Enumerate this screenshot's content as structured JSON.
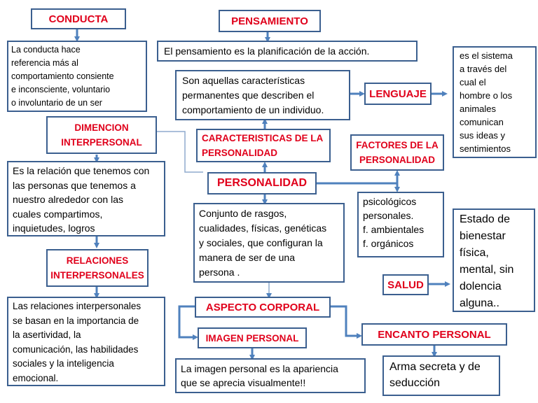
{
  "diagram": {
    "nodes": {
      "conducta": "CONDUCTA",
      "conducta_desc": "La conducta hace\nreferencia más al\ncomportamiento consiente\ne inconsciente, voluntario\no involuntario de un ser",
      "pensamiento": "PENSAMIENTO",
      "pensamiento_desc": "El pensamiento es la planificación de la acción.",
      "lenguaje_desc": "es el sistema\na través del\ncual el\nhombre o los\nanimales\ncomunican\nsus ideas y\nsentimientos",
      "caracteristicas_desc": "Son aquellas características\npermanentes que describen el\ncomportamiento de un individuo.",
      "lenguaje": "LENGUAJE",
      "dimencion": "DIMENCION\nINTERPERSONAL",
      "caracteristicas": "CARACTERISTICAS DE LA\nPERSONALIDAD",
      "factores": "FACTORES DE LA\nPERSONALIDAD",
      "dimencion_desc": "Es la relación que tenemos con\nlas personas que tenemos a\nnuestro alrededor con las\ncuales compartimos,\ninquietudes, logros",
      "personalidad": "PERSONALIDAD",
      "personalidad_desc": "Conjunto de rasgos,\ncualidades, físicas, genéticas\ny sociales, que configuran la\nmanera de ser de una\npersona .",
      "factores_desc": " psicológicos\npersonales.\n f. ambientales\n f. orgánicos",
      "salud_desc": "Estado de\nbienestar\nfísica,\nmental, sin\ndolencia\nalguna..",
      "relaciones": "RELACIONES\nINTERPERSONALES",
      "salud": "SALUD",
      "relaciones_desc": "Las relaciones interpersonales\nse basan en la importancia de\nla asertividad, la\ncomunicación, las habilidades\nsociales y la inteligencia\nemocional.",
      "aspecto": "ASPECTO CORPORAL",
      "imagen": "IMAGEN PERSONAL",
      "encanto": "ENCANTO PERSONAL",
      "imagen_desc": "La imagen personal es la apariencia\nque se aprecia visualmente!!",
      "encanto_desc": "Arma secreta y de\nseducción"
    }
  },
  "colors": {
    "border": "#3b5f8f",
    "title": "#e0001b",
    "arrow": "#4f81bd",
    "connector": "#7f7f7f"
  }
}
